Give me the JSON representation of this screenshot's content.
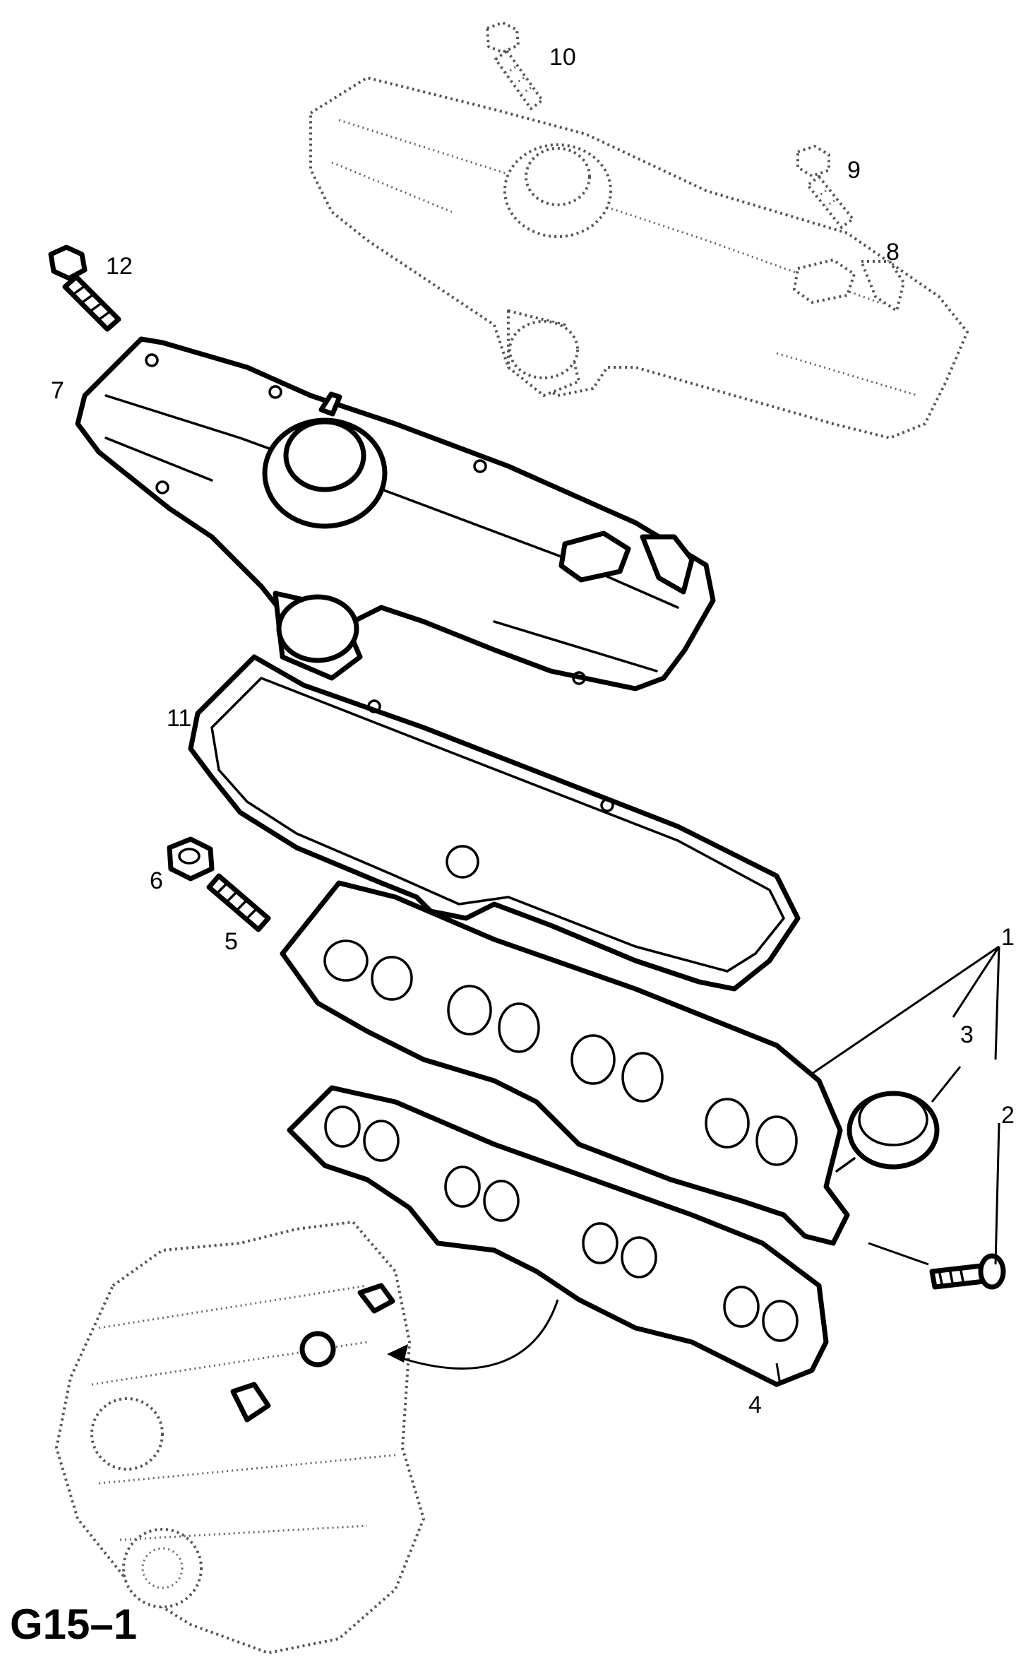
{
  "figure": {
    "code": "G15–1"
  },
  "callouts": {
    "c1": "1",
    "c2": "2",
    "c3": "3",
    "c4": "4",
    "c5": "5",
    "c6": "6",
    "c7": "7",
    "c8": "8",
    "c9": "9",
    "c10": "10",
    "c11": "11",
    "c12": "12"
  }
}
